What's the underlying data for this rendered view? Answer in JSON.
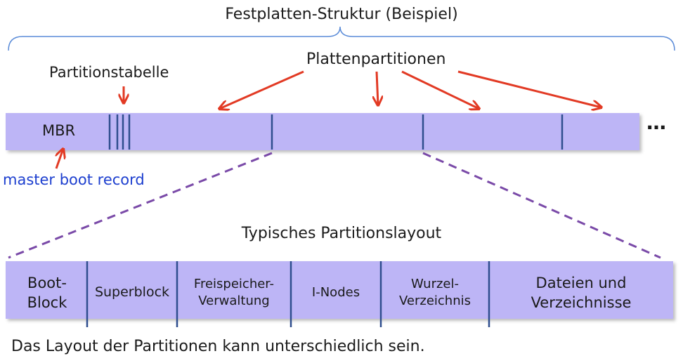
{
  "title": "Festplatten-Struktur (Beispiel)",
  "labels": {
    "partition_table": "Partitionstabelle",
    "disk_partitions": "Plattenpartitionen",
    "mbr": "MBR",
    "mbr_full": "master boot record",
    "ellipsis": "…"
  },
  "layout_title": "Typisches Partitionslayout",
  "layout_cells": [
    "Boot-\nBlock",
    "Superblock",
    "Freispeicher-\nVerwaltung",
    "I-Nodes",
    "Wurzel-\nVerzeichnis",
    "Dateien und\nVerzeichnisse"
  ],
  "footnote": "Das Layout der Partitionen kann unterschiedlich sein.",
  "colors": {
    "bar_fill": "#bdb5f6",
    "divider": "#2f4e8e",
    "arrow": "#e23a24",
    "dashed": "#7a4aa8",
    "brace": "#5a8bd8",
    "mbr_text": "#1d3fcf"
  }
}
